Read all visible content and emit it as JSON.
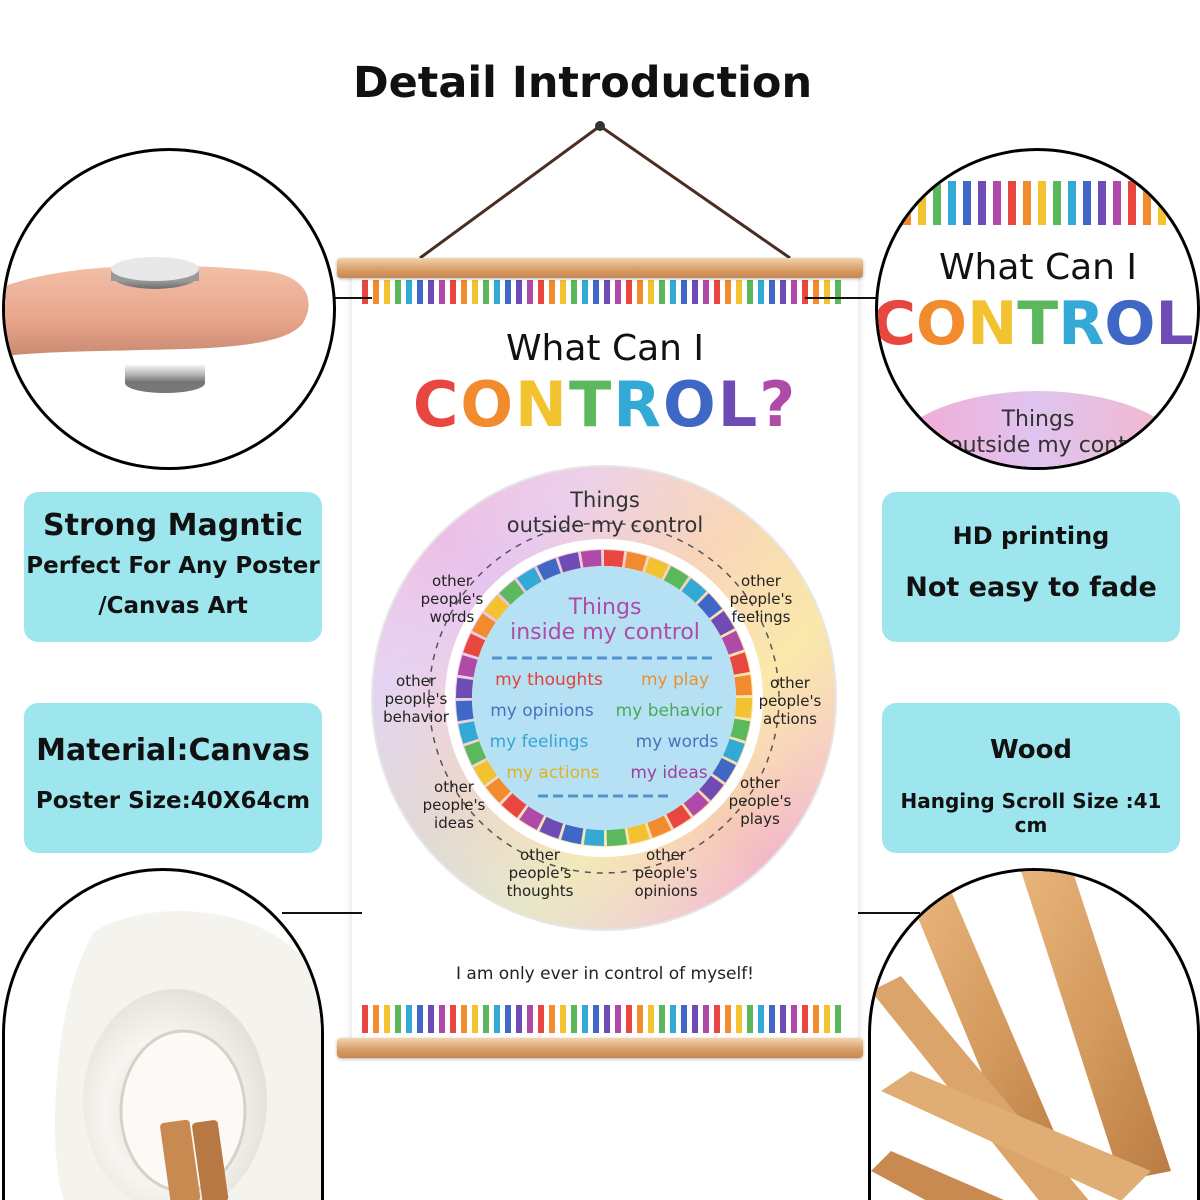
{
  "page": {
    "title": "Detail Introduction"
  },
  "poster": {
    "title_line1": "What Can I",
    "title_line2_letters": [
      {
        "char": "C",
        "color": "#e8473f"
      },
      {
        "char": "O",
        "color": "#f28a2e"
      },
      {
        "char": "N",
        "color": "#f2c230"
      },
      {
        "char": "T",
        "color": "#5bb85c"
      },
      {
        "char": "R",
        "color": "#33a9d6"
      },
      {
        "char": "O",
        "color": "#3f67c6"
      },
      {
        "char": "L",
        "color": "#6f4bb5"
      },
      {
        "char": "?",
        "color": "#b04aa8"
      }
    ],
    "outer_title_line1": "Things",
    "outer_title_line2": "outside my control",
    "inner_title_line1": "Things",
    "inner_title_line2": "inside my control",
    "outside_items": [
      {
        "lines": [
          "other",
          "people's",
          "words"
        ]
      },
      {
        "lines": [
          "other",
          "people's",
          "feelings"
        ]
      },
      {
        "lines": [
          "other",
          "people's",
          "behavior"
        ]
      },
      {
        "lines": [
          "other",
          "people's",
          "actions"
        ]
      },
      {
        "lines": [
          "other",
          "people's",
          "ideas"
        ]
      },
      {
        "lines": [
          "other",
          "people's",
          "plays"
        ]
      },
      {
        "lines": [
          "other",
          "people's",
          "thoughts"
        ]
      },
      {
        "lines": [
          "other",
          "people's",
          "opinions"
        ]
      }
    ],
    "inside_items": [
      {
        "text": "my thoughts",
        "color": "#e0423a"
      },
      {
        "text": "my play",
        "color": "#e8902c"
      },
      {
        "text": "my opinions",
        "color": "#4a6fc0"
      },
      {
        "text": "my behavior",
        "color": "#4aa85a"
      },
      {
        "text": "my feelings",
        "color": "#35a4d4"
      },
      {
        "text": "my words",
        "color": "#4a6fc0"
      },
      {
        "text": "my actions",
        "color": "#e2b21e"
      },
      {
        "text": "my ideas",
        "color": "#a0409a"
      }
    ],
    "footer": "I am only ever in control of myself!",
    "stripe_colors": [
      "#e8473f",
      "#f28a2e",
      "#f2c230",
      "#5bb85c",
      "#33a9d6",
      "#3f67c6",
      "#6f4bb5",
      "#b04aa8"
    ]
  },
  "zoom": {
    "title_line1": "What Can I",
    "outer_line1": "Things",
    "outer_line2": "outside my cont"
  },
  "features": {
    "magnet": {
      "line1": "Strong Magntic",
      "line2": "Perfect For Any Poster",
      "line3": "/Canvas Art"
    },
    "printing": {
      "line1": "HD printing",
      "line2": "Not easy to fade"
    },
    "material": {
      "line1": "Material:Canvas",
      "line2": "Poster Size:40X64cm"
    },
    "wood": {
      "line1": "Wood",
      "line2": "Hanging Scroll Size :41 cm"
    }
  },
  "colors": {
    "feature_box": "#9ee6ee",
    "wood": "#d8a06a"
  }
}
